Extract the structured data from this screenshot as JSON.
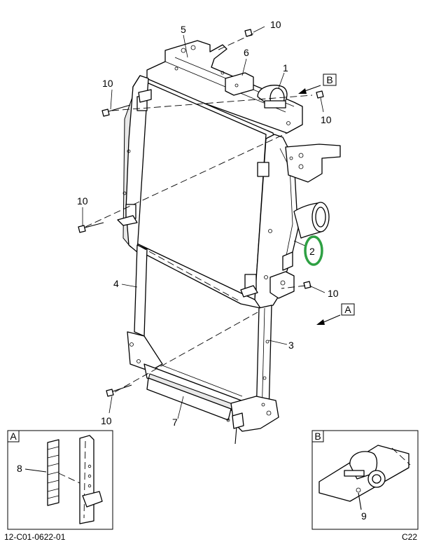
{
  "callouts": {
    "c1": "1",
    "c2": "2",
    "c3": "3",
    "c4": "4",
    "c5": "5",
    "c6": "6",
    "c7": "7",
    "c10a": "10",
    "c10b": "10",
    "c10c": "10",
    "c10d": "10",
    "c10e": "10",
    "c10f": "10"
  },
  "detail_a": {
    "label": "A",
    "callout": "8"
  },
  "detail_b": {
    "label": "B",
    "callout": "9"
  },
  "view_refs": {
    "a": "A",
    "b": "B"
  },
  "highlight": {
    "color": "#2ea043"
  },
  "footer": {
    "part_number": "12-C01-0622-01",
    "page_code": "C22"
  }
}
